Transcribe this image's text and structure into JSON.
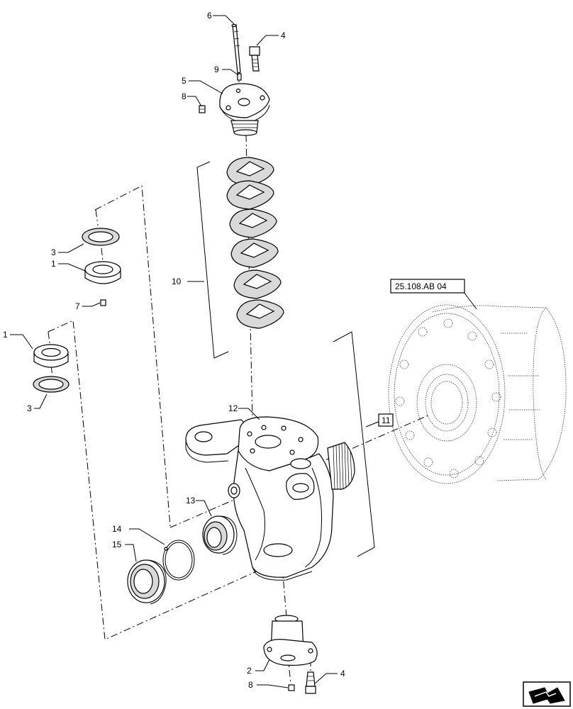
{
  "callouts": {
    "c6": "6",
    "c4_top": "4",
    "c9": "9",
    "c5": "5",
    "c8_top": "8",
    "c10": "10",
    "c3_upper": "3",
    "c1_upper": "1",
    "c7": "7",
    "c1_lower": "1",
    "c3_lower": "3",
    "c12": "12",
    "c11": "11",
    "c13": "13",
    "c14": "14",
    "c15": "15",
    "c2": "2",
    "c8_bottom": "8",
    "c4_bottom": "4"
  },
  "reference_label": "25.108.AB 04",
  "icons": {
    "corner": "next-page-arrow-icon"
  }
}
